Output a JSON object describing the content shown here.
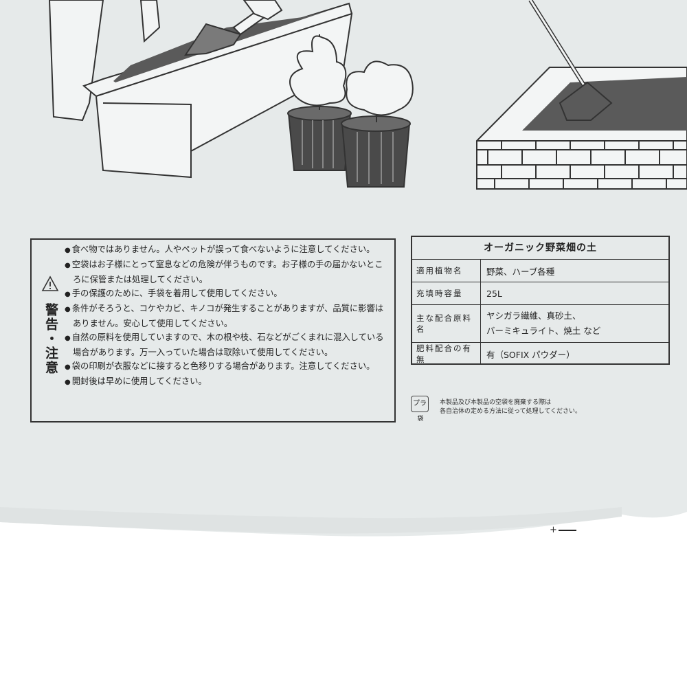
{
  "warnings": {
    "title": "警告・注意",
    "items": [
      "食べ物ではありません。人やペットが誤って食べないように注意してください。",
      "空袋はお子様にとって窒息などの危険が伴うものです。お子様の手の届かないところに保管または処理してください。",
      "手の保護のために、手袋を着用して使用してください。",
      "条件がそろうと、コケやカビ、キノコが発生することがありますが、品質に影響はありません。安心して使用してください。",
      "自然の原料を使用していますので、木の根や枝、石などがごくまれに混入している場合があります。万一入っていた場合は取除いて使用してください。",
      "袋の印刷が衣服などに接すると色移りする場合があります。注意してください。",
      "開封後は早めに使用してください。"
    ]
  },
  "spec": {
    "title": "オーガニック野菜畑の土",
    "rows": [
      {
        "label": "適用植物名",
        "value": [
          "野菜、ハーブ各種"
        ]
      },
      {
        "label": "充填時容量",
        "value": [
          "25L"
        ]
      },
      {
        "label": "主な配合原料名",
        "value": [
          "ヤシガラ繊維、真砂土、",
          "バーミキュライト、焼土 など"
        ]
      },
      {
        "label": "肥料配合の有無",
        "value": [
          "有（SOFIX パウダー）"
        ]
      }
    ]
  },
  "recycle": {
    "mark": "プラ",
    "label": "袋"
  },
  "disposal": [
    "本製品及び本製品の空袋を廃棄する際は",
    "各自治体の定める方法に従って処理してください。"
  ],
  "scale_mark": "+",
  "colors": {
    "bag": "#e6eaea",
    "ink": "#333333",
    "soil": "#5a5a5a"
  }
}
